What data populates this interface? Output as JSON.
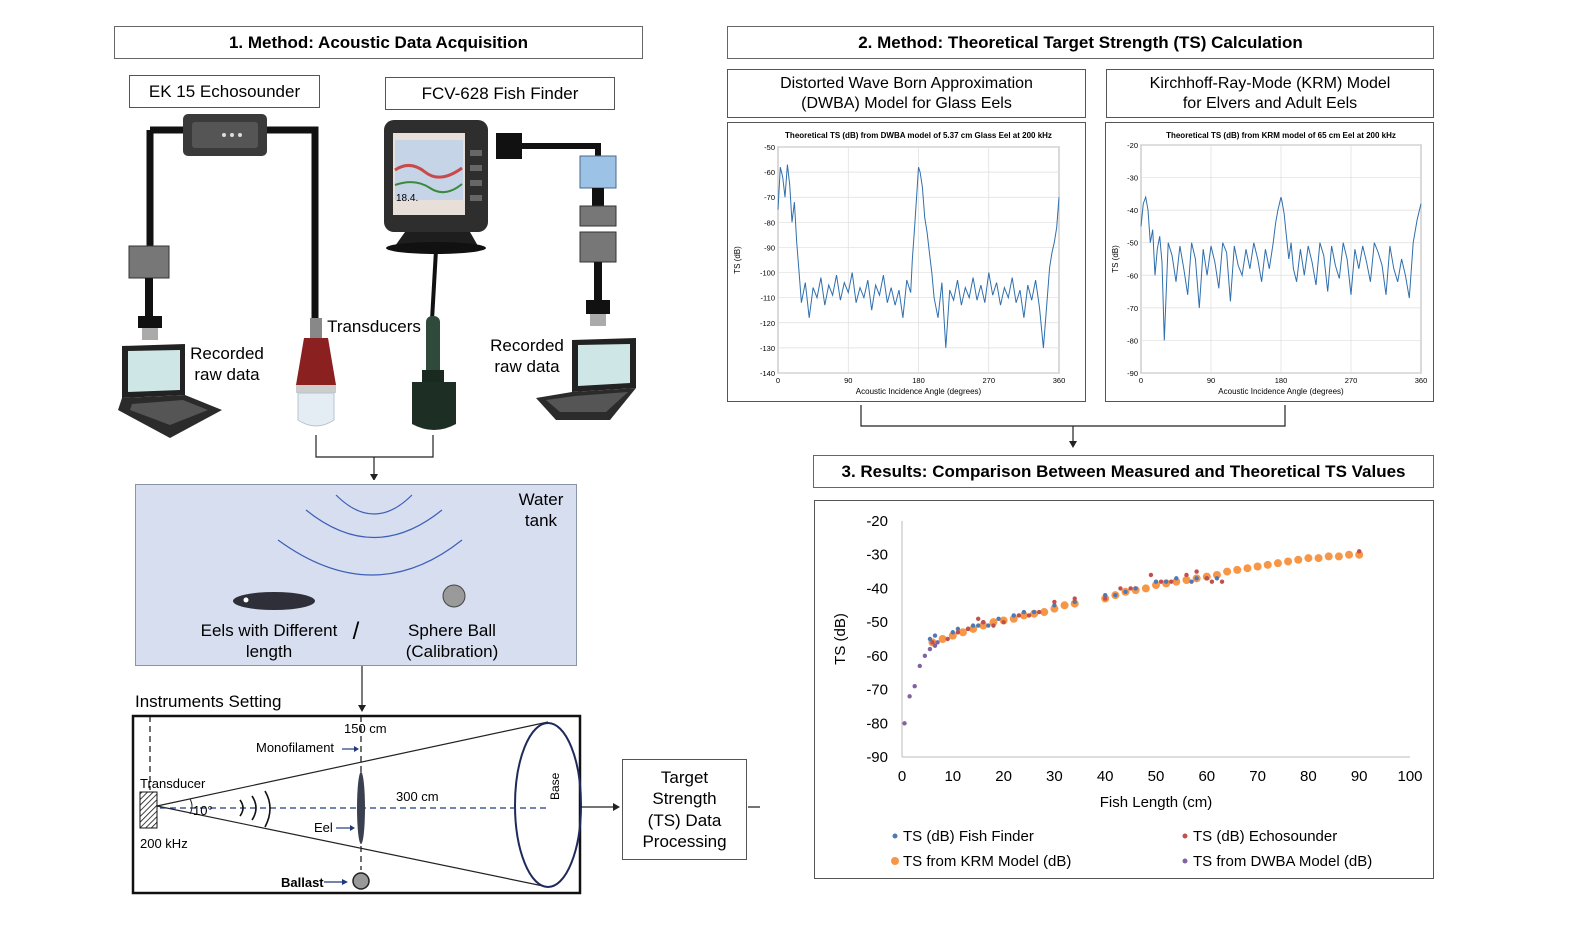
{
  "section1": {
    "title": "1. Method: Acoustic Data Acquisition"
  },
  "section2": {
    "title": "2. Method: Theoretical Target Strength (TS) Calculation",
    "dwba_title": "Distorted Wave Born Approximation (DWBA) Model for Glass Eels",
    "krm_title": "Kirchhoff-Ray-Mode (KRM) Model for Elvers and Adult Eels"
  },
  "section3": {
    "title": "3. Results: Comparison Between Measured and Theoretical TS Values"
  },
  "devices": {
    "echosounder": "EK 15 Echosounder",
    "fishfinder": "FCV-628 Fish Finder",
    "transducers": "Transducers",
    "recorded_left": "Recorded raw data",
    "recorded_right": "Recorded raw data",
    "screen_reading": "18.4."
  },
  "tank": {
    "water_tank": "Water tank",
    "eels": "Eels with Different length",
    "separator": "/",
    "sphere": "Sphere Ball (Calibration)"
  },
  "setting": {
    "title": "Instruments Setting",
    "d150": "150 cm",
    "monofilament": "Monofilament",
    "transducer": "Transducer",
    "angle": "10°",
    "d300": "300 cm",
    "eel": "Eel",
    "freq": "200 kHz",
    "ballast": "Ballast",
    "base": "Base"
  },
  "processing": {
    "label": "Target Strength (TS) Data Processing"
  },
  "colors": {
    "fish_finder": "#4e79b5",
    "echosounder": "#c0504d",
    "krm": "#f79646",
    "dwba": "#8064a2",
    "model_line": "#2f6fad",
    "tank_bg": "#d6deef",
    "wave": "#3f5fb8"
  },
  "chart_data": [
    {
      "type": "line",
      "title": "Theoretical TS (dB) from DWBA model of 5.37 cm Glass Eel at 200 kHz",
      "xlabel": "Acoustic Incidence Angle (degrees)",
      "ylabel": "TS (dB)",
      "xlim": [
        0,
        360
      ],
      "ylim": [
        -140,
        -50
      ],
      "xticks": [
        0,
        90,
        180,
        270,
        360
      ],
      "yticks": [
        -50,
        -60,
        -70,
        -80,
        -90,
        -100,
        -110,
        -120,
        -130,
        -140
      ],
      "grid": true,
      "x": [
        0,
        3,
        6,
        9,
        12,
        15,
        18,
        21,
        24,
        27,
        30,
        35,
        40,
        45,
        50,
        55,
        60,
        65,
        70,
        75,
        80,
        85,
        90,
        95,
        100,
        105,
        110,
        115,
        120,
        125,
        130,
        135,
        140,
        145,
        150,
        155,
        160,
        165,
        170,
        172,
        175,
        178,
        180,
        182,
        185,
        188,
        191,
        194,
        197,
        200,
        205,
        210,
        215,
        220,
        225,
        230,
        235,
        240,
        245,
        250,
        255,
        260,
        265,
        270,
        275,
        280,
        285,
        290,
        295,
        300,
        305,
        310,
        315,
        320,
        325,
        330,
        335,
        340,
        345,
        348,
        351,
        354,
        357,
        360
      ],
      "y": [
        -75,
        -58,
        -62,
        -70,
        -57,
        -65,
        -80,
        -72,
        -88,
        -100,
        -112,
        -104,
        -118,
        -106,
        -110,
        -102,
        -113,
        -105,
        -109,
        -101,
        -111,
        -104,
        -108,
        -100,
        -112,
        -106,
        -110,
        -103,
        -115,
        -105,
        -109,
        -101,
        -112,
        -106,
        -113,
        -107,
        -118,
        -103,
        -108,
        -95,
        -82,
        -68,
        -58,
        -60,
        -66,
        -78,
        -84,
        -92,
        -100,
        -110,
        -118,
        -104,
        -130,
        -107,
        -111,
        -103,
        -113,
        -106,
        -110,
        -102,
        -111,
        -105,
        -112,
        -100,
        -109,
        -104,
        -113,
        -106,
        -110,
        -102,
        -112,
        -107,
        -118,
        -105,
        -111,
        -103,
        -114,
        -130,
        -110,
        -98,
        -92,
        -88,
        -82,
        -70
      ]
    },
    {
      "type": "line",
      "title": "Theoretical TS (dB) from KRM model of 65 cm Eel at 200 kHz",
      "xlabel": "Acoustic Incidence Angle (degrees)",
      "ylabel": "TS (dB)",
      "xlim": [
        0,
        360
      ],
      "ylim": [
        -90,
        -20
      ],
      "xticks": [
        0,
        90,
        180,
        270,
        360
      ],
      "yticks": [
        -20,
        -30,
        -40,
        -50,
        -60,
        -70,
        -80,
        -90
      ],
      "grid": true,
      "x": [
        0,
        3,
        6,
        9,
        12,
        15,
        18,
        21,
        24,
        27,
        30,
        35,
        40,
        45,
        50,
        55,
        60,
        65,
        70,
        75,
        80,
        85,
        90,
        95,
        100,
        105,
        110,
        115,
        120,
        125,
        130,
        135,
        140,
        145,
        150,
        155,
        160,
        165,
        170,
        173,
        176,
        179,
        180,
        181,
        184,
        187,
        190,
        193,
        196,
        200,
        205,
        210,
        215,
        220,
        225,
        230,
        235,
        240,
        245,
        250,
        255,
        260,
        265,
        270,
        275,
        280,
        285,
        290,
        295,
        300,
        305,
        310,
        315,
        320,
        325,
        330,
        335,
        340,
        345,
        350,
        355,
        360
      ],
      "y": [
        -45,
        -38,
        -36,
        -40,
        -50,
        -46,
        -60,
        -52,
        -48,
        -56,
        -80,
        -50,
        -54,
        -62,
        -51,
        -58,
        -66,
        -50,
        -55,
        -70,
        -52,
        -60,
        -51,
        -56,
        -64,
        -50,
        -53,
        -68,
        -51,
        -57,
        -60,
        -52,
        -58,
        -50,
        -55,
        -62,
        -52,
        -58,
        -50,
        -44,
        -40,
        -37,
        -36,
        -37,
        -41,
        -48,
        -55,
        -50,
        -58,
        -62,
        -52,
        -60,
        -51,
        -56,
        -63,
        -50,
        -54,
        -65,
        -51,
        -57,
        -61,
        -50,
        -55,
        -66,
        -52,
        -58,
        -51,
        -56,
        -62,
        -50,
        -53,
        -57,
        -66,
        -51,
        -58,
        -62,
        -55,
        -60,
        -67,
        -50,
        -43,
        -38
      ]
    },
    {
      "type": "scatter",
      "xlabel": "Fish Length (cm)",
      "ylabel": "TS (dB)",
      "xlim": [
        0,
        100
      ],
      "ylim": [
        -90,
        -20
      ],
      "xticks": [
        0,
        10,
        20,
        30,
        40,
        50,
        60,
        70,
        80,
        90,
        100
      ],
      "yticks": [
        -20,
        -30,
        -40,
        -50,
        -60,
        -70,
        -80,
        -90
      ],
      "legend_position": "bottom",
      "series": [
        {
          "name": "TS (dB) Fish Finder",
          "x": [
            5.5,
            6.5,
            10,
            11,
            13,
            14,
            15,
            16,
            17,
            19,
            22,
            24,
            26,
            30,
            34,
            40,
            42,
            44,
            46,
            50,
            52,
            54,
            57,
            58,
            60,
            62
          ],
          "y": [
            -55,
            -54,
            -53,
            -52,
            -52,
            -51,
            -51,
            -50,
            -51,
            -49,
            -48,
            -47,
            -47,
            -45,
            -44,
            -42,
            -42,
            -41,
            -40,
            -38,
            -38,
            -37,
            -38,
            -37,
            -37,
            -37
          ]
        },
        {
          "name": "TS (dB) Echosounder",
          "x": [
            6,
            9,
            11,
            13,
            15,
            16,
            18,
            20,
            23,
            25,
            27,
            30,
            34,
            40,
            43,
            45,
            49,
            51,
            53,
            56,
            58,
            60,
            61,
            63,
            90
          ],
          "y": [
            -56,
            -55,
            -53,
            -52,
            -49,
            -50,
            -51,
            -50,
            -48,
            -48,
            -47,
            -44,
            -43,
            -43,
            -40,
            -40,
            -36,
            -38,
            -38,
            -36,
            -35,
            -37,
            -38,
            -38,
            -29
          ]
        },
        {
          "name": "TS from KRM Model (dB)",
          "x": [
            6,
            8,
            10,
            12,
            14,
            16,
            18,
            20,
            22,
            24,
            26,
            28,
            30,
            32,
            34,
            40,
            42,
            44,
            46,
            48,
            50,
            52,
            54,
            56,
            58,
            60,
            62,
            64,
            66,
            68,
            70,
            72,
            74,
            76,
            78,
            80,
            82,
            84,
            86,
            88,
            90
          ],
          "y": [
            -56,
            -55,
            -54,
            -53,
            -52,
            -51,
            -50,
            -49.5,
            -49,
            -48,
            -47.5,
            -47,
            -46,
            -45,
            -44.5,
            -43,
            -42,
            -41,
            -40.5,
            -40,
            -39,
            -38.5,
            -38,
            -37.5,
            -37,
            -36.5,
            -36,
            -35,
            -34.5,
            -34,
            -33.5,
            -33,
            -32.5,
            -32,
            -31.5,
            -31,
            -31,
            -30.5,
            -30.5,
            -30,
            -30
          ]
        },
        {
          "name": "TS from DWBA Model (dB)",
          "x": [
            0.5,
            1.5,
            2.5,
            3.5,
            4.5,
            5.5,
            6.5,
            7
          ],
          "y": [
            -80,
            -72,
            -69,
            -63,
            -60,
            -58,
            -57,
            -56
          ]
        }
      ]
    }
  ]
}
